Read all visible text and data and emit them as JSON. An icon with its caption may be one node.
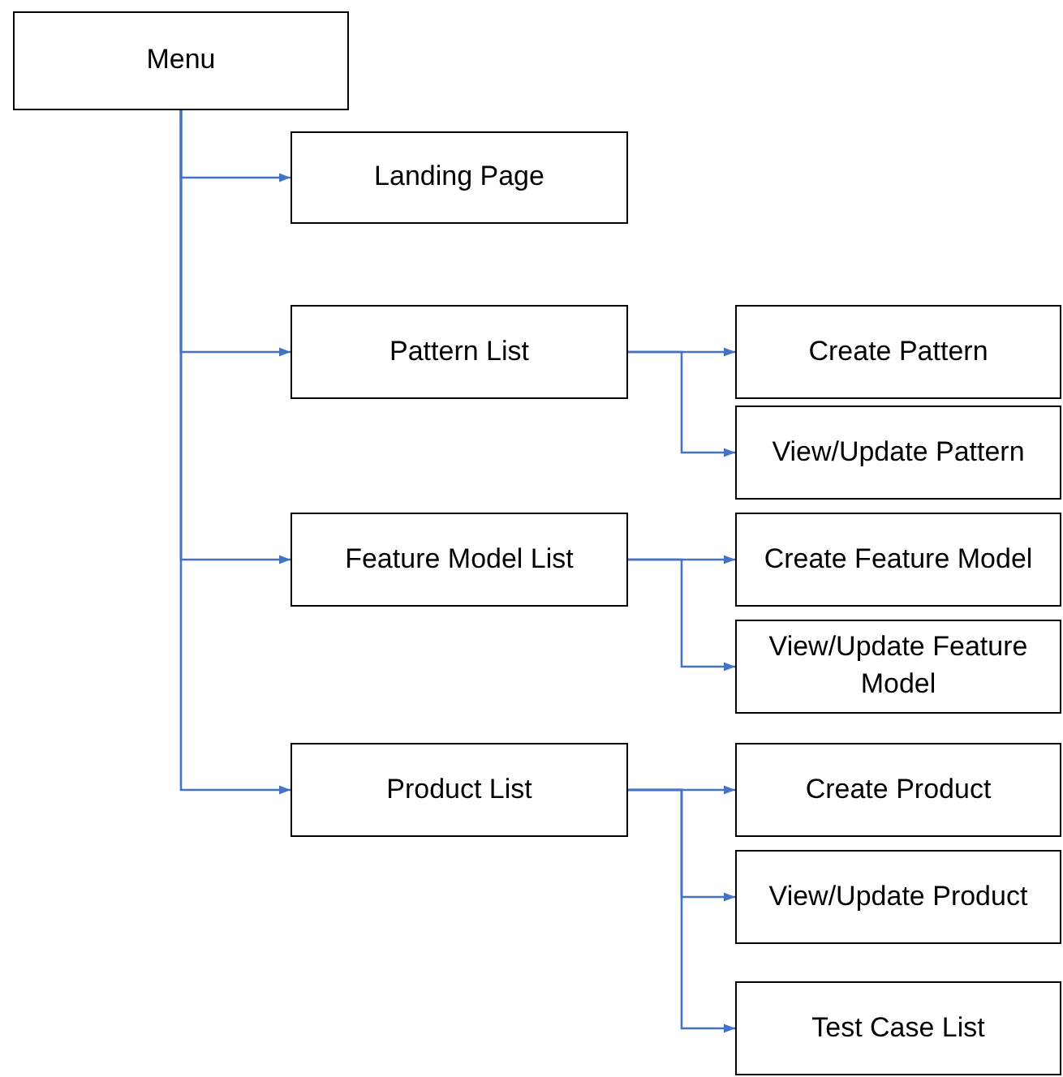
{
  "diagram": {
    "nodes": [
      {
        "text": [
          "Menu"
        ]
      },
      {
        "text": [
          "Landing Page"
        ]
      },
      {
        "text": [
          "Pattern List"
        ]
      },
      {
        "text": [
          "Create Pattern"
        ]
      },
      {
        "text": [
          "View/Update Pattern"
        ]
      },
      {
        "text": [
          "Feature Model List"
        ]
      },
      {
        "text": [
          "Create Feature Model"
        ]
      },
      {
        "text": [
          "View/Update Feature Model"
        ]
      },
      {
        "text": [
          "Product List"
        ]
      },
      {
        "text": [
          "Create Product"
        ]
      },
      {
        "text": [
          "View/Update Product"
        ]
      },
      {
        "text": [
          "Test Case List"
        ]
      }
    ],
    "edges": [
      {
        "from": 0,
        "to": 1,
        "arrow": "to"
      },
      {
        "from": 0,
        "to": 2,
        "arrow": "to"
      },
      {
        "from": 0,
        "to": 5,
        "arrow": "to"
      },
      {
        "from": 0,
        "to": 8,
        "arrow": "to"
      },
      {
        "from": 2,
        "to": 3,
        "arrow": "to"
      },
      {
        "from": 2,
        "to": 4,
        "arrow": "to"
      },
      {
        "from": 5,
        "to": 6,
        "arrow": "to"
      },
      {
        "from": 5,
        "to": 7,
        "arrow": "to"
      },
      {
        "from": 8,
        "to": 9,
        "arrow": "to"
      },
      {
        "from": 8,
        "to": 10,
        "arrow": "to"
      },
      {
        "from": 8,
        "to": 11,
        "arrow": "to"
      }
    ]
  }
}
